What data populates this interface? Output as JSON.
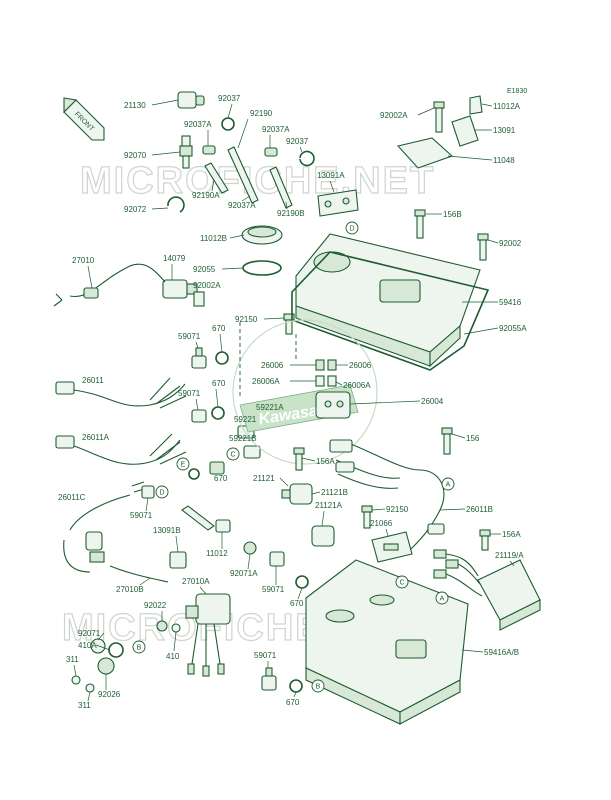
{
  "diagram_code": "E1830",
  "front_label": "FRONT",
  "watermarks": [
    "MICROFICHE.NET",
    "MICROFICHE.NET"
  ],
  "brand_logo_text": "Kawasaki",
  "callouts": [
    "A",
    "A",
    "B",
    "B",
    "C",
    "C",
    "D",
    "D",
    "E",
    "E"
  ],
  "labels": [
    "21130",
    "92037",
    "92190",
    "92037A",
    "92037A",
    "92037",
    "92070",
    "13091A",
    "92190A",
    "92037A",
    "92190B",
    "92072",
    "11012B",
    "14079",
    "27010",
    "92055",
    "92002A",
    "92150",
    "670",
    "59071",
    "26011",
    "670",
    "59071",
    "59221",
    "59221A",
    "26011A",
    "59221B",
    "670",
    "21121",
    "26011C",
    "59071",
    "13091B",
    "11012",
    "92071A",
    "27010B",
    "59071",
    "670",
    "92022",
    "27010A",
    "92071",
    "410A",
    "410",
    "311",
    "92026",
    "311",
    "59071",
    "670",
    "92002A",
    "11012A",
    "13091",
    "11048",
    "156B",
    "92002",
    "59416",
    "92055A",
    "26006",
    "26006",
    "26006A",
    "26006A",
    "26004",
    "156",
    "156A",
    "21121B",
    "21121A",
    "92150",
    "21066",
    "26011B",
    "156A",
    "21119/A",
    "59416A/B"
  ]
}
